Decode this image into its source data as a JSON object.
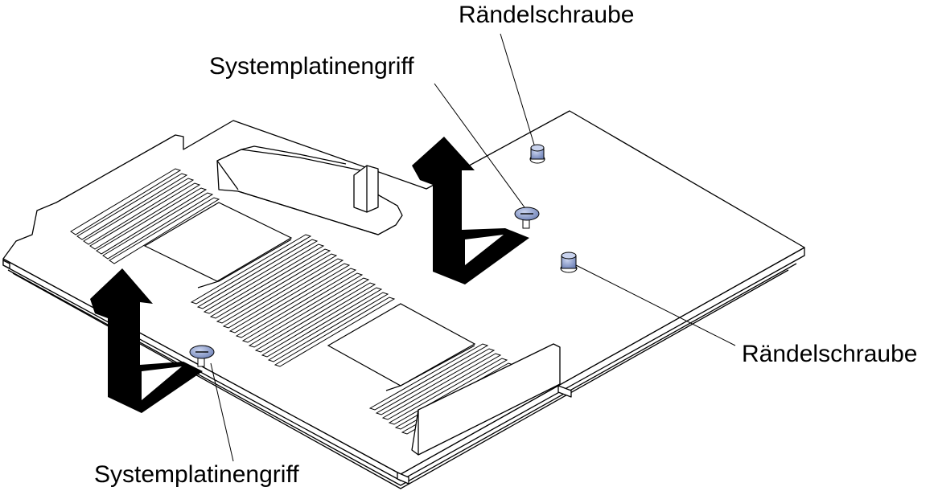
{
  "callouts": {
    "thumbscrew_top": "Rändelschraube",
    "handle_top": "Systemplatinengriff",
    "thumbscrew_right": "Rändelschraube",
    "handle_bottom": "Systemplatinengriff"
  },
  "colors": {
    "line": "#000000",
    "board_fill": "#ffffff",
    "hardware_accent": "#8a9cc8",
    "arrow": "#000000"
  },
  "icons": [
    "up-arrow-icon",
    "up-arrow-icon"
  ]
}
